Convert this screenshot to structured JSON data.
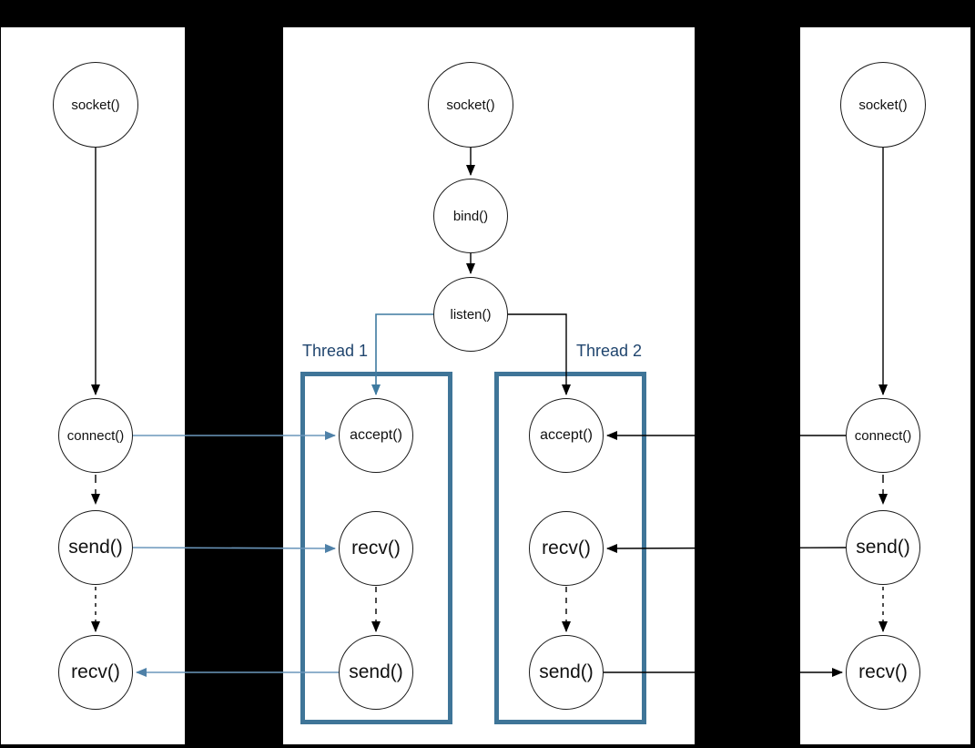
{
  "colors": {
    "background": "#000000",
    "panel": "#ffffff",
    "node_border": "#1a1a1a",
    "black_connector": "#000000",
    "blue_connector": "#6b97bc",
    "blue_arrowhead": "#4f81a8",
    "listen_connector": "#3e7aa0",
    "thread_box_border": "#3f7598",
    "thread_label_color": "#20456e"
  },
  "client1": {
    "nodes": [
      {
        "id": "socket",
        "label": "socket()"
      },
      {
        "id": "connect",
        "label": "connect()"
      },
      {
        "id": "send",
        "label": "send()"
      },
      {
        "id": "recv",
        "label": "recv()"
      }
    ]
  },
  "server": {
    "nodes": [
      {
        "id": "socket",
        "label": "socket()"
      },
      {
        "id": "bind",
        "label": "bind()"
      },
      {
        "id": "listen",
        "label": "listen()"
      }
    ],
    "threads": [
      {
        "label": "Thread 1",
        "nodes": [
          {
            "id": "accept",
            "label": "accept()"
          },
          {
            "id": "recv",
            "label": "recv()"
          },
          {
            "id": "send",
            "label": "send()"
          }
        ]
      },
      {
        "label": "Thread 2",
        "nodes": [
          {
            "id": "accept",
            "label": "accept()"
          },
          {
            "id": "recv",
            "label": "recv()"
          },
          {
            "id": "send",
            "label": "send()"
          }
        ]
      }
    ]
  },
  "client2": {
    "nodes": [
      {
        "id": "socket",
        "label": "socket()"
      },
      {
        "id": "connect",
        "label": "connect()"
      },
      {
        "id": "send",
        "label": "send()"
      },
      {
        "id": "recv",
        "label": "recv()"
      }
    ]
  }
}
